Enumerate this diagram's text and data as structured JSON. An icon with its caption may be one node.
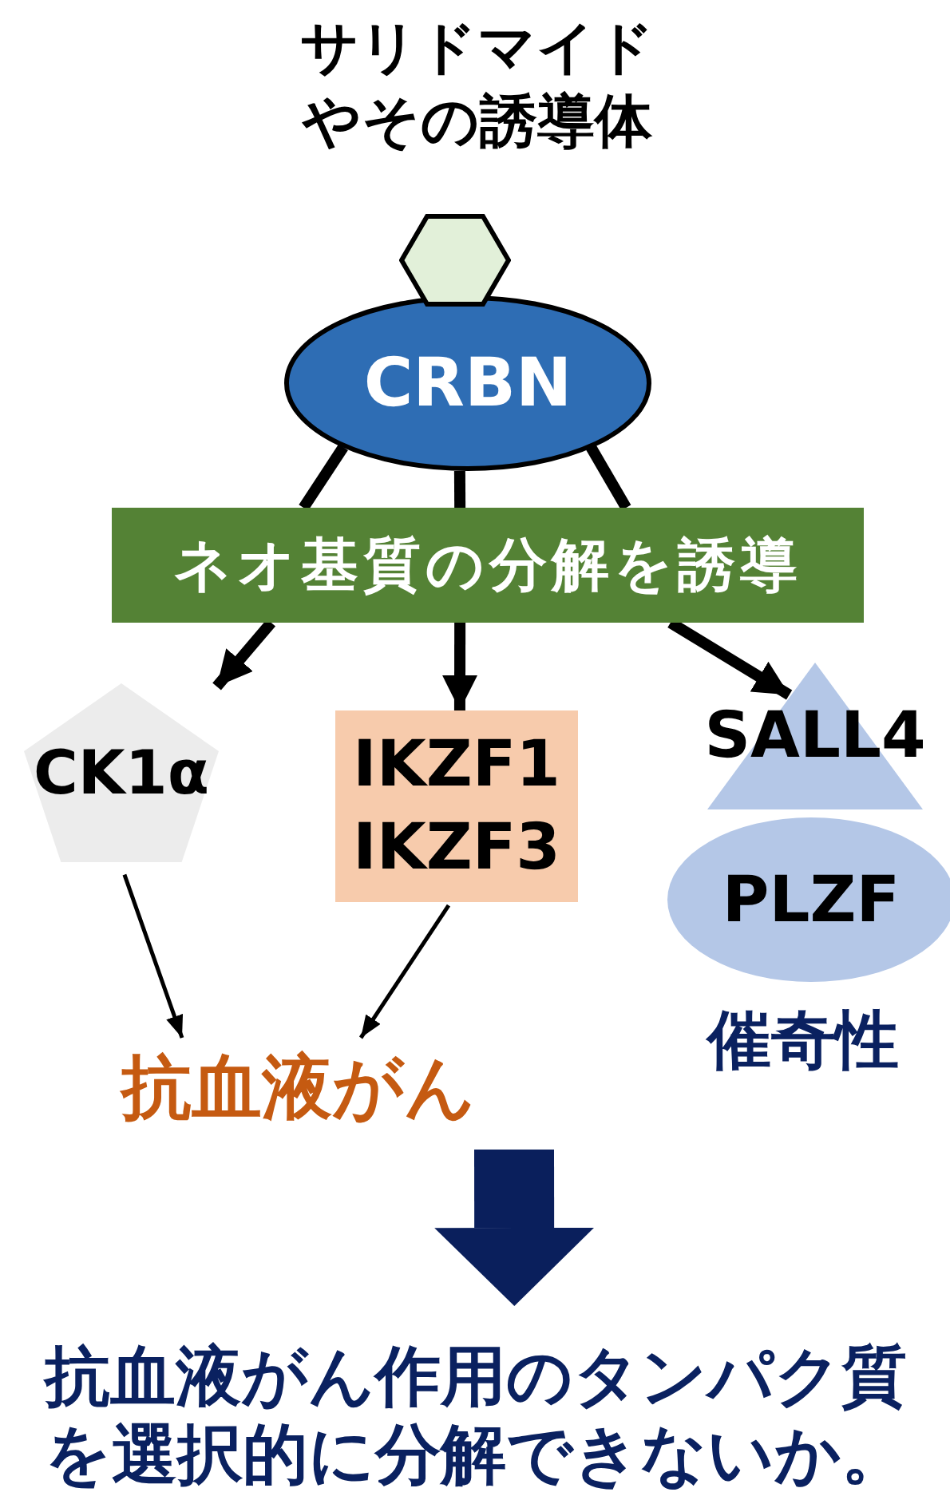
{
  "diagram": {
    "title": "サリドマイドやその誘導体",
    "nodes": [
      {
        "text": [],
        "shape": "hexagon"
      },
      {
        "text": [
          "CRBN"
        ]
      },
      {
        "text": [
          "ネオ基質の分解を誘導"
        ]
      },
      {
        "text": [
          "CK1α"
        ]
      },
      {
        "text": [
          "IKZF1 IKZF3"
        ]
      },
      {
        "text": [
          "SALL4"
        ]
      },
      {
        "text": [
          "PLZF"
        ]
      },
      {
        "text": [
          "抗血液がん"
        ]
      },
      {
        "text": [
          "抗血液がん作用のタンパク質を選択的に分解できないか。"
        ]
      }
    ],
    "edges": [
      {
        "from": 1,
        "to": 2,
        "arrow": "none"
      },
      {
        "from": 1,
        "to": 2,
        "arrow": "none"
      },
      {
        "from": 1,
        "to": 2,
        "arrow": "none"
      },
      {
        "from": 2,
        "to": 3,
        "arrow": "to"
      },
      {
        "from": 2,
        "to": 4,
        "arrow": "to"
      },
      {
        "from": 2,
        "to": 5,
        "arrow": "to"
      },
      {
        "from": 3,
        "to": 7,
        "arrow": "to"
      },
      {
        "from": 4,
        "to": 7,
        "arrow": "to"
      },
      {
        "from": null,
        "to": 8,
        "arrow": "to",
        "style": "thick",
        "color": "#0a1f5c"
      }
    ],
    "labels": [
      "催奇性"
    ]
  }
}
